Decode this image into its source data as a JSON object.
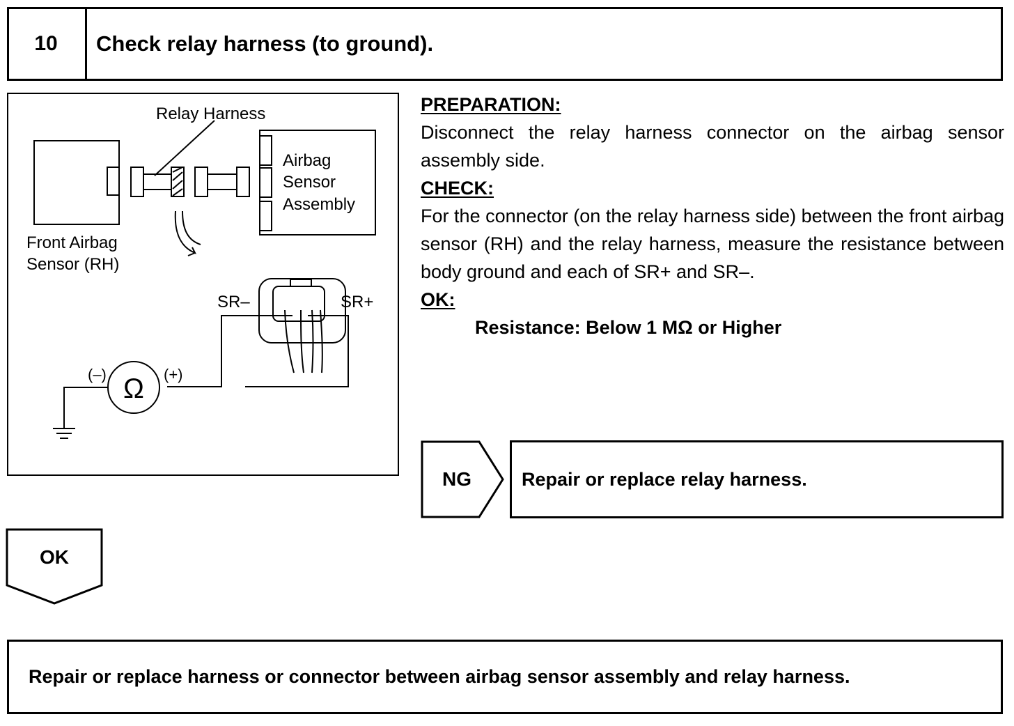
{
  "step": {
    "number": "10",
    "title": "Check relay harness (to ground)."
  },
  "diagram": {
    "relay_harness_label": "Relay Harness",
    "sensor_assembly_label": [
      "Airbag",
      "Sensor",
      "Assembly"
    ],
    "front_sensor_label": [
      "Front Airbag",
      "Sensor (RH)"
    ],
    "sr_minus_label": "SR–",
    "sr_plus_label": "SR+",
    "minus_label": "(–)",
    "plus_label": "(+)",
    "ohm_symbol": "Ω",
    "icons": [
      "ohmmeter-icon",
      "ground-icon",
      "arrow-icon",
      "connector-icon"
    ]
  },
  "preparation": {
    "heading": "PREPARATION:",
    "text": "Disconnect the relay harness connector on the airbag sensor assembly side."
  },
  "check": {
    "heading": "CHECK:",
    "text": "For the connector (on the relay harness side) between the front airbag sensor (RH) and the relay harness, measure the resistance between body ground and each of SR+ and SR–."
  },
  "ok_spec": {
    "heading": "OK:",
    "text": "Resistance: Below 1 MΩ or Higher"
  },
  "ng": {
    "label": "NG",
    "result": "Repair or replace relay harness."
  },
  "ok": {
    "label": "OK"
  },
  "final": {
    "text": "Repair or replace harness or connector between airbag sensor assembly and relay harness."
  }
}
